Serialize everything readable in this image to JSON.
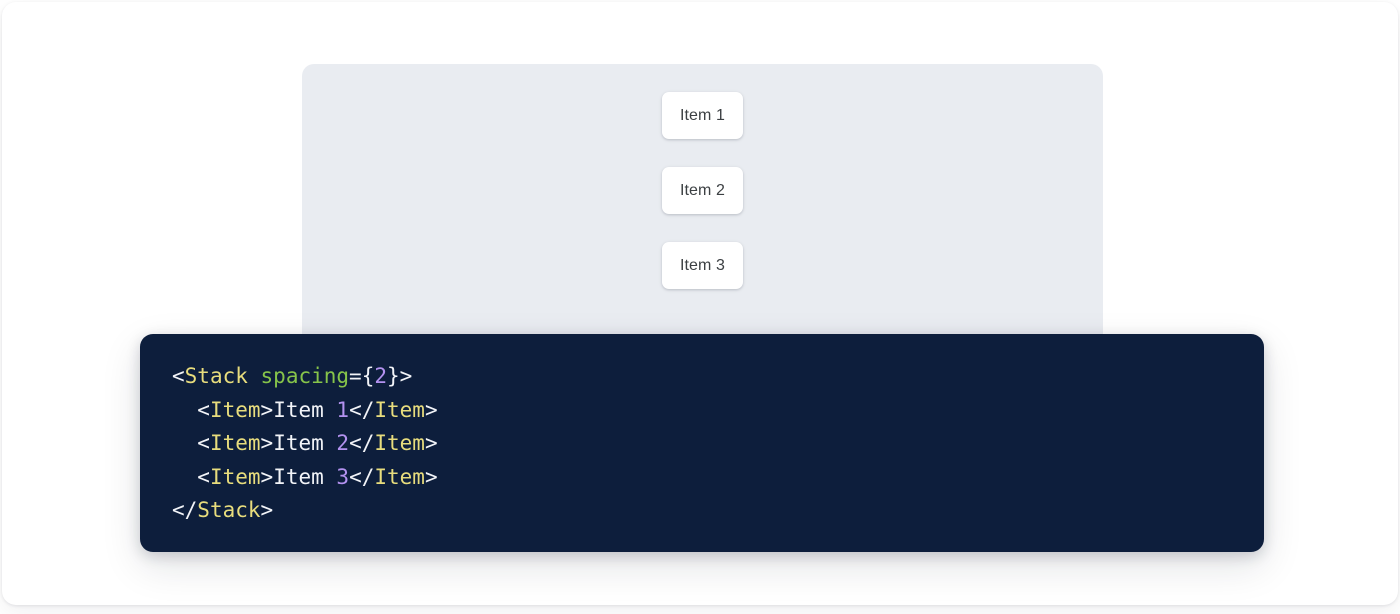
{
  "preview": {
    "panel_bg": "#e9ecf1",
    "items": [
      {
        "label": "Item 1"
      },
      {
        "label": "Item 2"
      },
      {
        "label": "Item 3"
      }
    ]
  },
  "code": {
    "language": "jsx",
    "background": "#0d1e3c",
    "colors": {
      "punctuation": "#f2f4f8",
      "tag": "#e8dd7d",
      "attribute": "#86c44a",
      "number": "#b392f0",
      "text": "#f2f4f8"
    },
    "lines": [
      {
        "indent": "",
        "tokens": [
          {
            "t": "<",
            "k": "punct"
          },
          {
            "t": "Stack",
            "k": "tag"
          },
          {
            "t": " ",
            "k": "punct"
          },
          {
            "t": "spacing",
            "k": "attr"
          },
          {
            "t": "={",
            "k": "punct"
          },
          {
            "t": "2",
            "k": "num"
          },
          {
            "t": "}>",
            "k": "punct"
          }
        ]
      },
      {
        "indent": "  ",
        "tokens": [
          {
            "t": "<",
            "k": "punct"
          },
          {
            "t": "Item",
            "k": "tag"
          },
          {
            "t": ">",
            "k": "punct"
          },
          {
            "t": "Item ",
            "k": "text"
          },
          {
            "t": "1",
            "k": "num"
          },
          {
            "t": "</",
            "k": "punct"
          },
          {
            "t": "Item",
            "k": "tag"
          },
          {
            "t": ">",
            "k": "punct"
          }
        ]
      },
      {
        "indent": "  ",
        "tokens": [
          {
            "t": "<",
            "k": "punct"
          },
          {
            "t": "Item",
            "k": "tag"
          },
          {
            "t": ">",
            "k": "punct"
          },
          {
            "t": "Item ",
            "k": "text"
          },
          {
            "t": "2",
            "k": "num"
          },
          {
            "t": "</",
            "k": "punct"
          },
          {
            "t": "Item",
            "k": "tag"
          },
          {
            "t": ">",
            "k": "punct"
          }
        ]
      },
      {
        "indent": "  ",
        "tokens": [
          {
            "t": "<",
            "k": "punct"
          },
          {
            "t": "Item",
            "k": "tag"
          },
          {
            "t": ">",
            "k": "punct"
          },
          {
            "t": "Item ",
            "k": "text"
          },
          {
            "t": "3",
            "k": "num"
          },
          {
            "t": "</",
            "k": "punct"
          },
          {
            "t": "Item",
            "k": "tag"
          },
          {
            "t": ">",
            "k": "punct"
          }
        ]
      },
      {
        "indent": "",
        "tokens": [
          {
            "t": "</",
            "k": "punct"
          },
          {
            "t": "Stack",
            "k": "tag"
          },
          {
            "t": ">",
            "k": "punct"
          }
        ]
      }
    ]
  }
}
